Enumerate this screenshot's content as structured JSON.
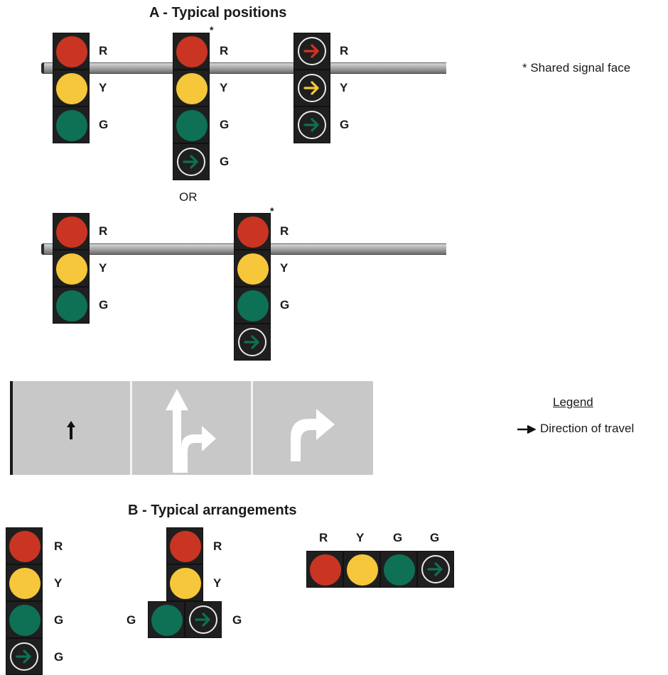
{
  "section_a": {
    "title": "A - Typical positions",
    "or_label": "OR",
    "asterisk": "*",
    "footnote": "* Shared signal face"
  },
  "labels": {
    "r": "R",
    "y": "Y",
    "g": "G"
  },
  "legend": {
    "heading": "Legend",
    "direction": "Direction of travel"
  },
  "section_b": {
    "title": "B - Typical arrangements",
    "horizontal_headers": [
      "R",
      "Y",
      "G",
      "G"
    ]
  },
  "colors": {
    "red": "#c93522",
    "yellow": "#f6c73b",
    "green": "#0e7055",
    "housing": "#1f1f1f",
    "pavement": "#c8c8c8"
  },
  "icons": {
    "arrow_red": "right-arrow-red-icon",
    "arrow_yellow": "right-arrow-yellow-icon",
    "arrow_green": "right-arrow-green-icon",
    "through_arrow": "through-arrow-icon",
    "through_right_arrow": "through-right-arrow-icon",
    "right_turn_arrow": "right-turn-arrow-icon"
  }
}
